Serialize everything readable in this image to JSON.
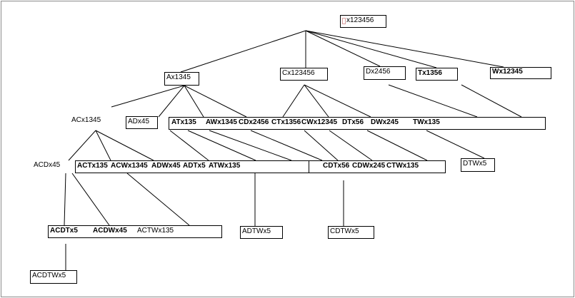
{
  "colors": {
    "line": "#000000",
    "box_border": "#000000",
    "frame_border": "#8c8c8c"
  },
  "root": {
    "label": "x123456"
  },
  "level1": {
    "a": "Ax1345",
    "c": "Cx123456",
    "d": "Dx2456",
    "t": "Tx1356",
    "w": "Wx12345"
  },
  "level2": {
    "ac": "ACx1345",
    "ad": "ADx45",
    "row": [
      "ATx135",
      "AWx1345",
      "CDx2456",
      "CTx1356",
      "CWx12345",
      "DTx56",
      "DWx245",
      "TWx135"
    ]
  },
  "level3": {
    "acd": "ACDx45",
    "row_a": [
      "ACTx135",
      "ACWx1345",
      "ADWx45",
      "ADTx5",
      "ATWx135"
    ],
    "row_c": [
      "CDTx56",
      "CDWx245",
      "CTWx135"
    ],
    "dtw": "DTWx5"
  },
  "level4": {
    "row": [
      "ACDTx5",
      "ACDWx45",
      "ACTWx135"
    ],
    "adtw": "ADTWx5",
    "cdtw": "CDTWx5"
  },
  "level5": {
    "acdtw": "ACDTWx5"
  }
}
